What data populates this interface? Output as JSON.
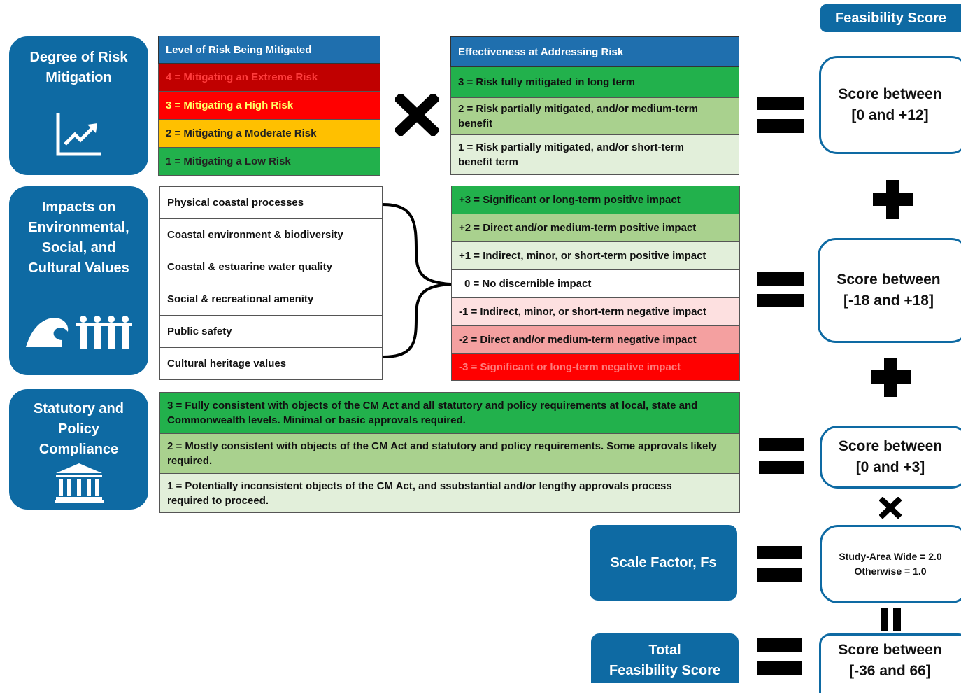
{
  "header_badge": "Feasibility Score",
  "categories": {
    "risk": [
      "Degree of Risk",
      "Mitigation"
    ],
    "impacts": [
      "Impacts on",
      "Environmental,",
      "Social, and",
      "Cultural Values"
    ],
    "statutory": [
      "Statutory and",
      "Policy",
      "Compliance"
    ]
  },
  "risk_table": {
    "header": "Level of Risk Being Mitigated",
    "rows": [
      {
        "label": "4 = Mitigating an Extreme Risk",
        "color": "#c00000",
        "text_color": "#ff3c3c"
      },
      {
        "label": "3 = Mitigating a High Risk",
        "color": "#ff0000",
        "text_color": "#ffff66"
      },
      {
        "label": "2 = Mitigating a Moderate Risk",
        "color": "#ffc000",
        "text_color": "#222222"
      },
      {
        "label": "1 = Mitigating a Low Risk",
        "color": "#22b14c",
        "text_color": "#222222"
      }
    ]
  },
  "effectiveness_table": {
    "header": "Effectiveness at Addressing Risk",
    "rows": [
      {
        "label": "3 = Risk fully mitigated in long term",
        "color": "#22b14c"
      },
      {
        "label": "2 = Risk partially mitigated, and/or medium-term benefit",
        "color": "#a9d18e"
      },
      {
        "label": "1 = Risk partially mitigated, and/or short-term benefit term",
        "color": "#e2efda"
      }
    ]
  },
  "impact_values": [
    "Physical coastal processes",
    "Coastal environment & biodiversity",
    "Coastal & estuarine water quality",
    "Social & recreational amenity",
    "Public safety",
    "Cultural heritage values"
  ],
  "impact_scale": [
    {
      "label": "+3 = Significant or long-term positive impact",
      "color": "#22b14c",
      "text_color": "#111111"
    },
    {
      "label": "+2 = Direct and/or medium-term positive impact",
      "color": "#a9d18e",
      "text_color": "#111111"
    },
    {
      "label": "+1 = Indirect, minor, or short-term positive impact",
      "color": "#e2efda",
      "text_color": "#111111"
    },
    {
      "label": "0 = No discernible impact",
      "color": "#ffffff",
      "text_color": "#111111"
    },
    {
      "label": "-1 = Indirect, minor, or short-term negative impact",
      "color": "#fde0e0",
      "text_color": "#111111"
    },
    {
      "label": "-2 = Direct and/or medium-term negative impact",
      "color": "#f4a0a0",
      "text_color": "#111111"
    },
    {
      "label": "-3 = Significant or long-term negative impact",
      "color": "#ff0000",
      "text_color": "#ff7b7b"
    }
  ],
  "statutory_scale": [
    {
      "label": "3 = Fully consistent with objects of the CM Act and all statutory and policy requirements at local, state and Commonwealth levels. Minimal or basic approvals required.",
      "color": "#22b14c"
    },
    {
      "label": "2 = Mostly consistent with objects of the CM Act and statutory and policy requirements. Some approvals likely required.",
      "color": "#a9d18e"
    },
    {
      "label": "1 = Potentially inconsistent objects of the CM Act, and ssubstantial and/or lengthy approvals process required to proceed.",
      "color": "#e2efda"
    }
  ],
  "scale_factor": "Scale Factor, Fs",
  "total_label": [
    "Total",
    "Feasibility Score"
  ],
  "scores": {
    "risk": [
      "Score between",
      "[0 and +12]"
    ],
    "impacts": [
      "Score between",
      "[-18 and +18]"
    ],
    "statutory": [
      "Score between",
      "[0 and +3]"
    ],
    "scale": [
      "Study-Area Wide  = 2.0",
      "Otherwise = 1.0"
    ],
    "total": [
      "Score between",
      "[-36 and 66]"
    ]
  },
  "accent_color": "#0e6aa3"
}
